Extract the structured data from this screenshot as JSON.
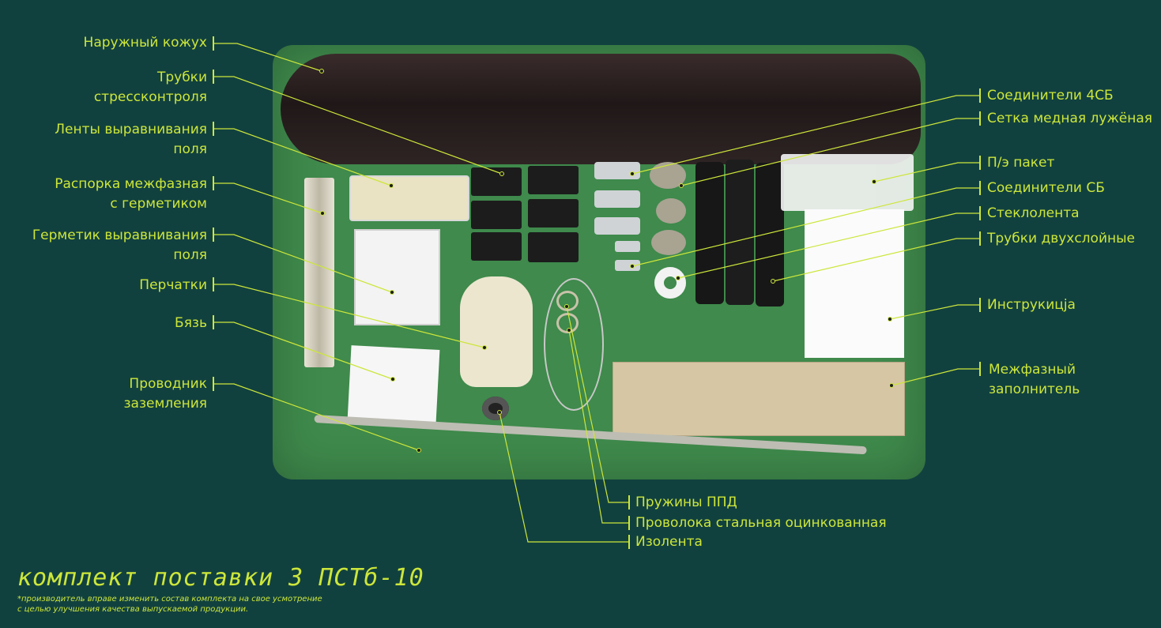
{
  "labels_left": [
    "Наружный кожух",
    "Трубки стрессконтроля",
    "Ленты выравнивания поля",
    "Распорка межфазная с герметиком",
    "Герметик выравнивания поля",
    "Перчатки",
    "Бязь",
    "Проводник заземления"
  ],
  "labels_left_lines": {
    "l1a": "Трубки",
    "l1b": "стрессконтроля",
    "l2a": "Ленты выравнивания",
    "l2b": "поля",
    "l3a": "Распорка межфазная",
    "l3b": "с герметиком",
    "l4a": "Герметик выравнивания",
    "l4b": "поля",
    "l7a": "Проводник",
    "l7b": "заземления"
  },
  "labels_right": {
    "r0": "Соединители 4СБ",
    "r1": "Сетка медная лужёная",
    "r2": "П/э пакет",
    "r3": "Соединители СБ",
    "r4": "Стеклолента",
    "r5": "Трубки двухслойные",
    "r6": "Инструкицја",
    "r7a": "Межфазный",
    "r7b": "заполнитель"
  },
  "labels_bottom": {
    "b0": "Пружины ППД",
    "b1": "Проволока стальная оцинкованная",
    "b2": "Изолента"
  },
  "title": "комплект поставки 3 ПСТб-10",
  "note_line1": "*производитель вправе изменить состав комплекта на свое усмотрение",
  "note_line2": "с целью улучшения качества выпускаемой продукции.",
  "colors": {
    "background": "#11413f",
    "mat": "#3f8a4c",
    "accent": "#cde63a"
  }
}
